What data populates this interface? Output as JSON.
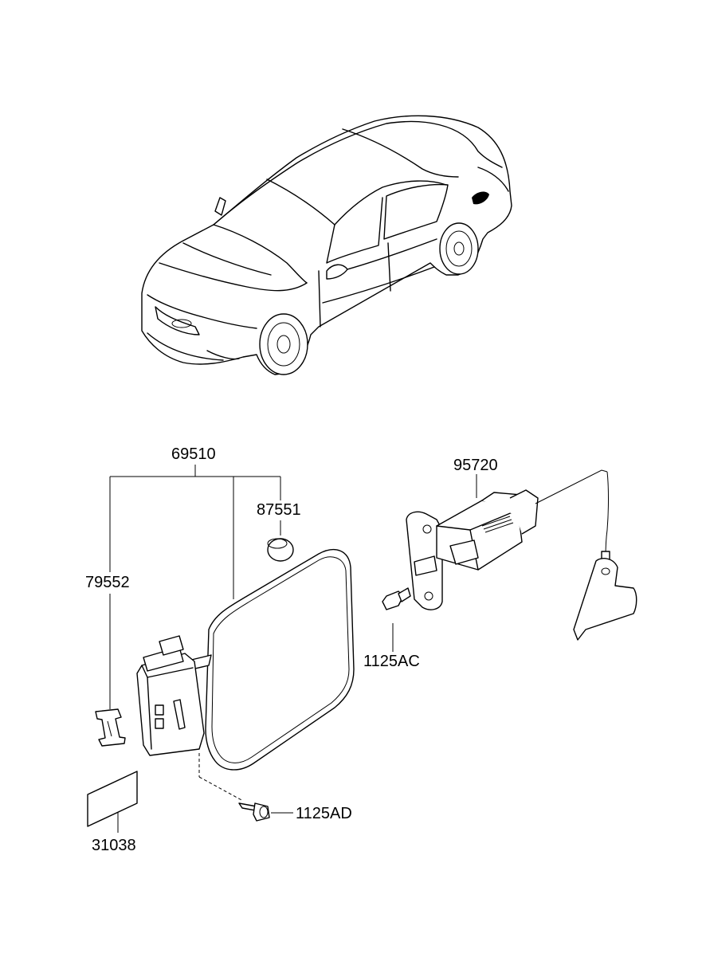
{
  "parts": {
    "fuel_door": "69510",
    "bumper_stopper": "87551",
    "hinge_clip": "79552",
    "actuator": "95720",
    "actuator_bolt": "1125AC",
    "door_bolt": "1125AD",
    "caution_label": "31038"
  }
}
